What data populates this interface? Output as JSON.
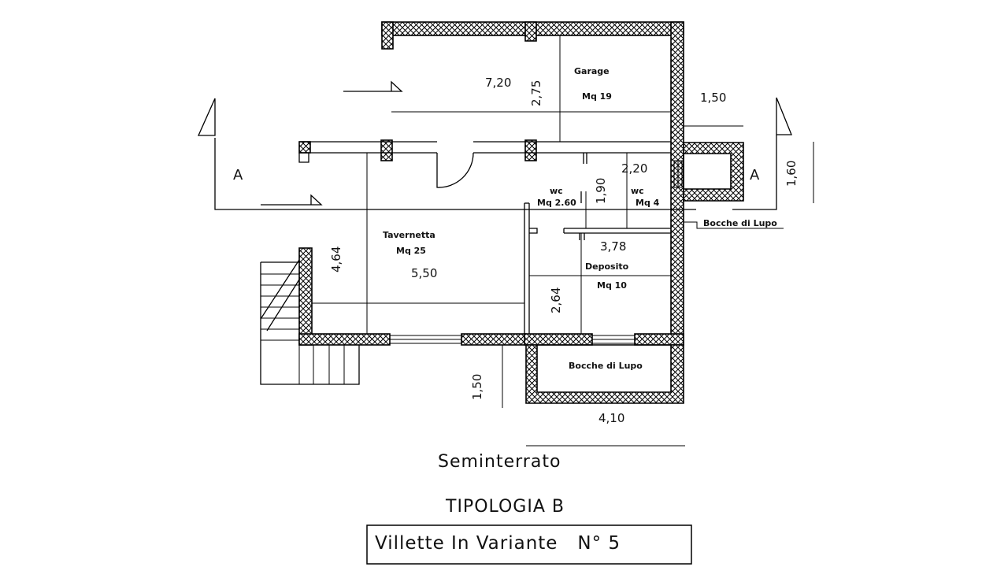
{
  "rooms": {
    "garage_name": "Garage",
    "garage_area": "Mq 19",
    "tavernetta_name": "Tavernetta",
    "tavernetta_area": "Mq 25",
    "wc1_name": "wc",
    "wc1_area": "Mq 2.60",
    "wc2_name": "wc",
    "wc2_area": "Mq 4",
    "deposito_name": "Deposito",
    "deposito_area": "Mq 10",
    "bocche_lower": "Bocche di Lupo",
    "bocche_right": "Bocche di Lupo"
  },
  "dimensions": {
    "d_720": "7,20",
    "d_275": "2,75",
    "d_150_top": "1,50",
    "d_220": "2,20",
    "d_190": "1,90",
    "d_160": "1,60",
    "d_378": "3,78",
    "d_464": "4,64",
    "d_550": "5,50",
    "d_264": "2,64",
    "d_150_bottom": "1,50",
    "d_410": "4,10"
  },
  "section": {
    "left": "A",
    "right": "A"
  },
  "titles": {
    "floor": "Seminterrato",
    "typology": "TIPOLOGIA B",
    "project": "Villette In Variante   N° 5"
  }
}
